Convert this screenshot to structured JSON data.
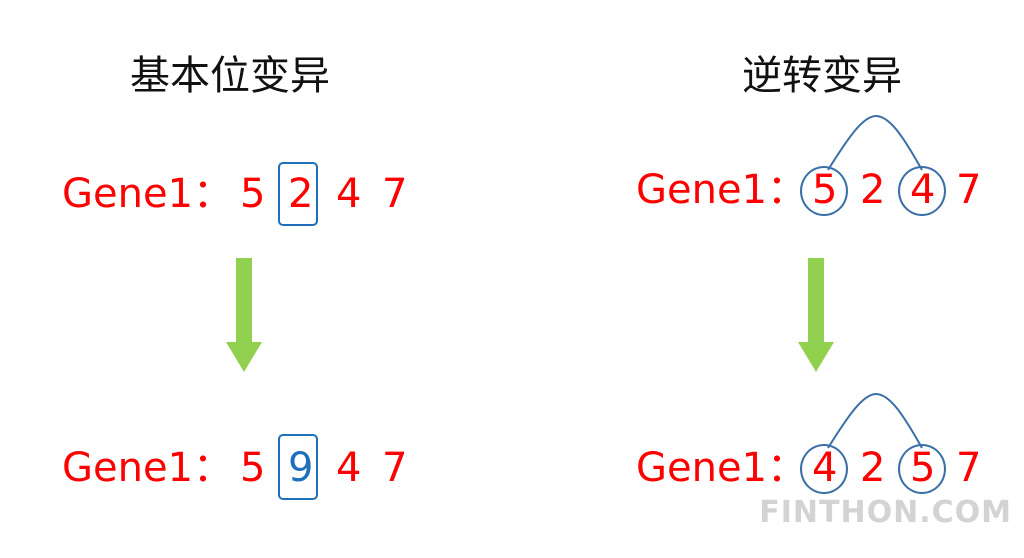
{
  "left": {
    "title": "基本位变异",
    "before": {
      "label": "Gene1：",
      "d1": "5",
      "d2": "2",
      "d3": "4",
      "d4": "7"
    },
    "after": {
      "label": "Gene1：",
      "d1": "5",
      "d2": "9",
      "d3": "4",
      "d4": "7"
    }
  },
  "right": {
    "title": "逆转变异",
    "before": {
      "label": "Gene1：",
      "d1": "5",
      "d2": "2",
      "d3": "4",
      "d4": "7"
    },
    "after": {
      "label": "Gene1：",
      "d1": "4",
      "d2": "2",
      "d3": "5",
      "d4": "7"
    }
  },
  "watermark": "FINTHON.COM",
  "colors": {
    "gene_text": "#ff0000",
    "mutated_digit": "#1f6fbd",
    "highlight_box": "#1f6fbd",
    "circle_and_arc": "#3b6fa8",
    "arrow": "#92d050"
  },
  "icons": {
    "arrow": "arrow-down-icon"
  }
}
